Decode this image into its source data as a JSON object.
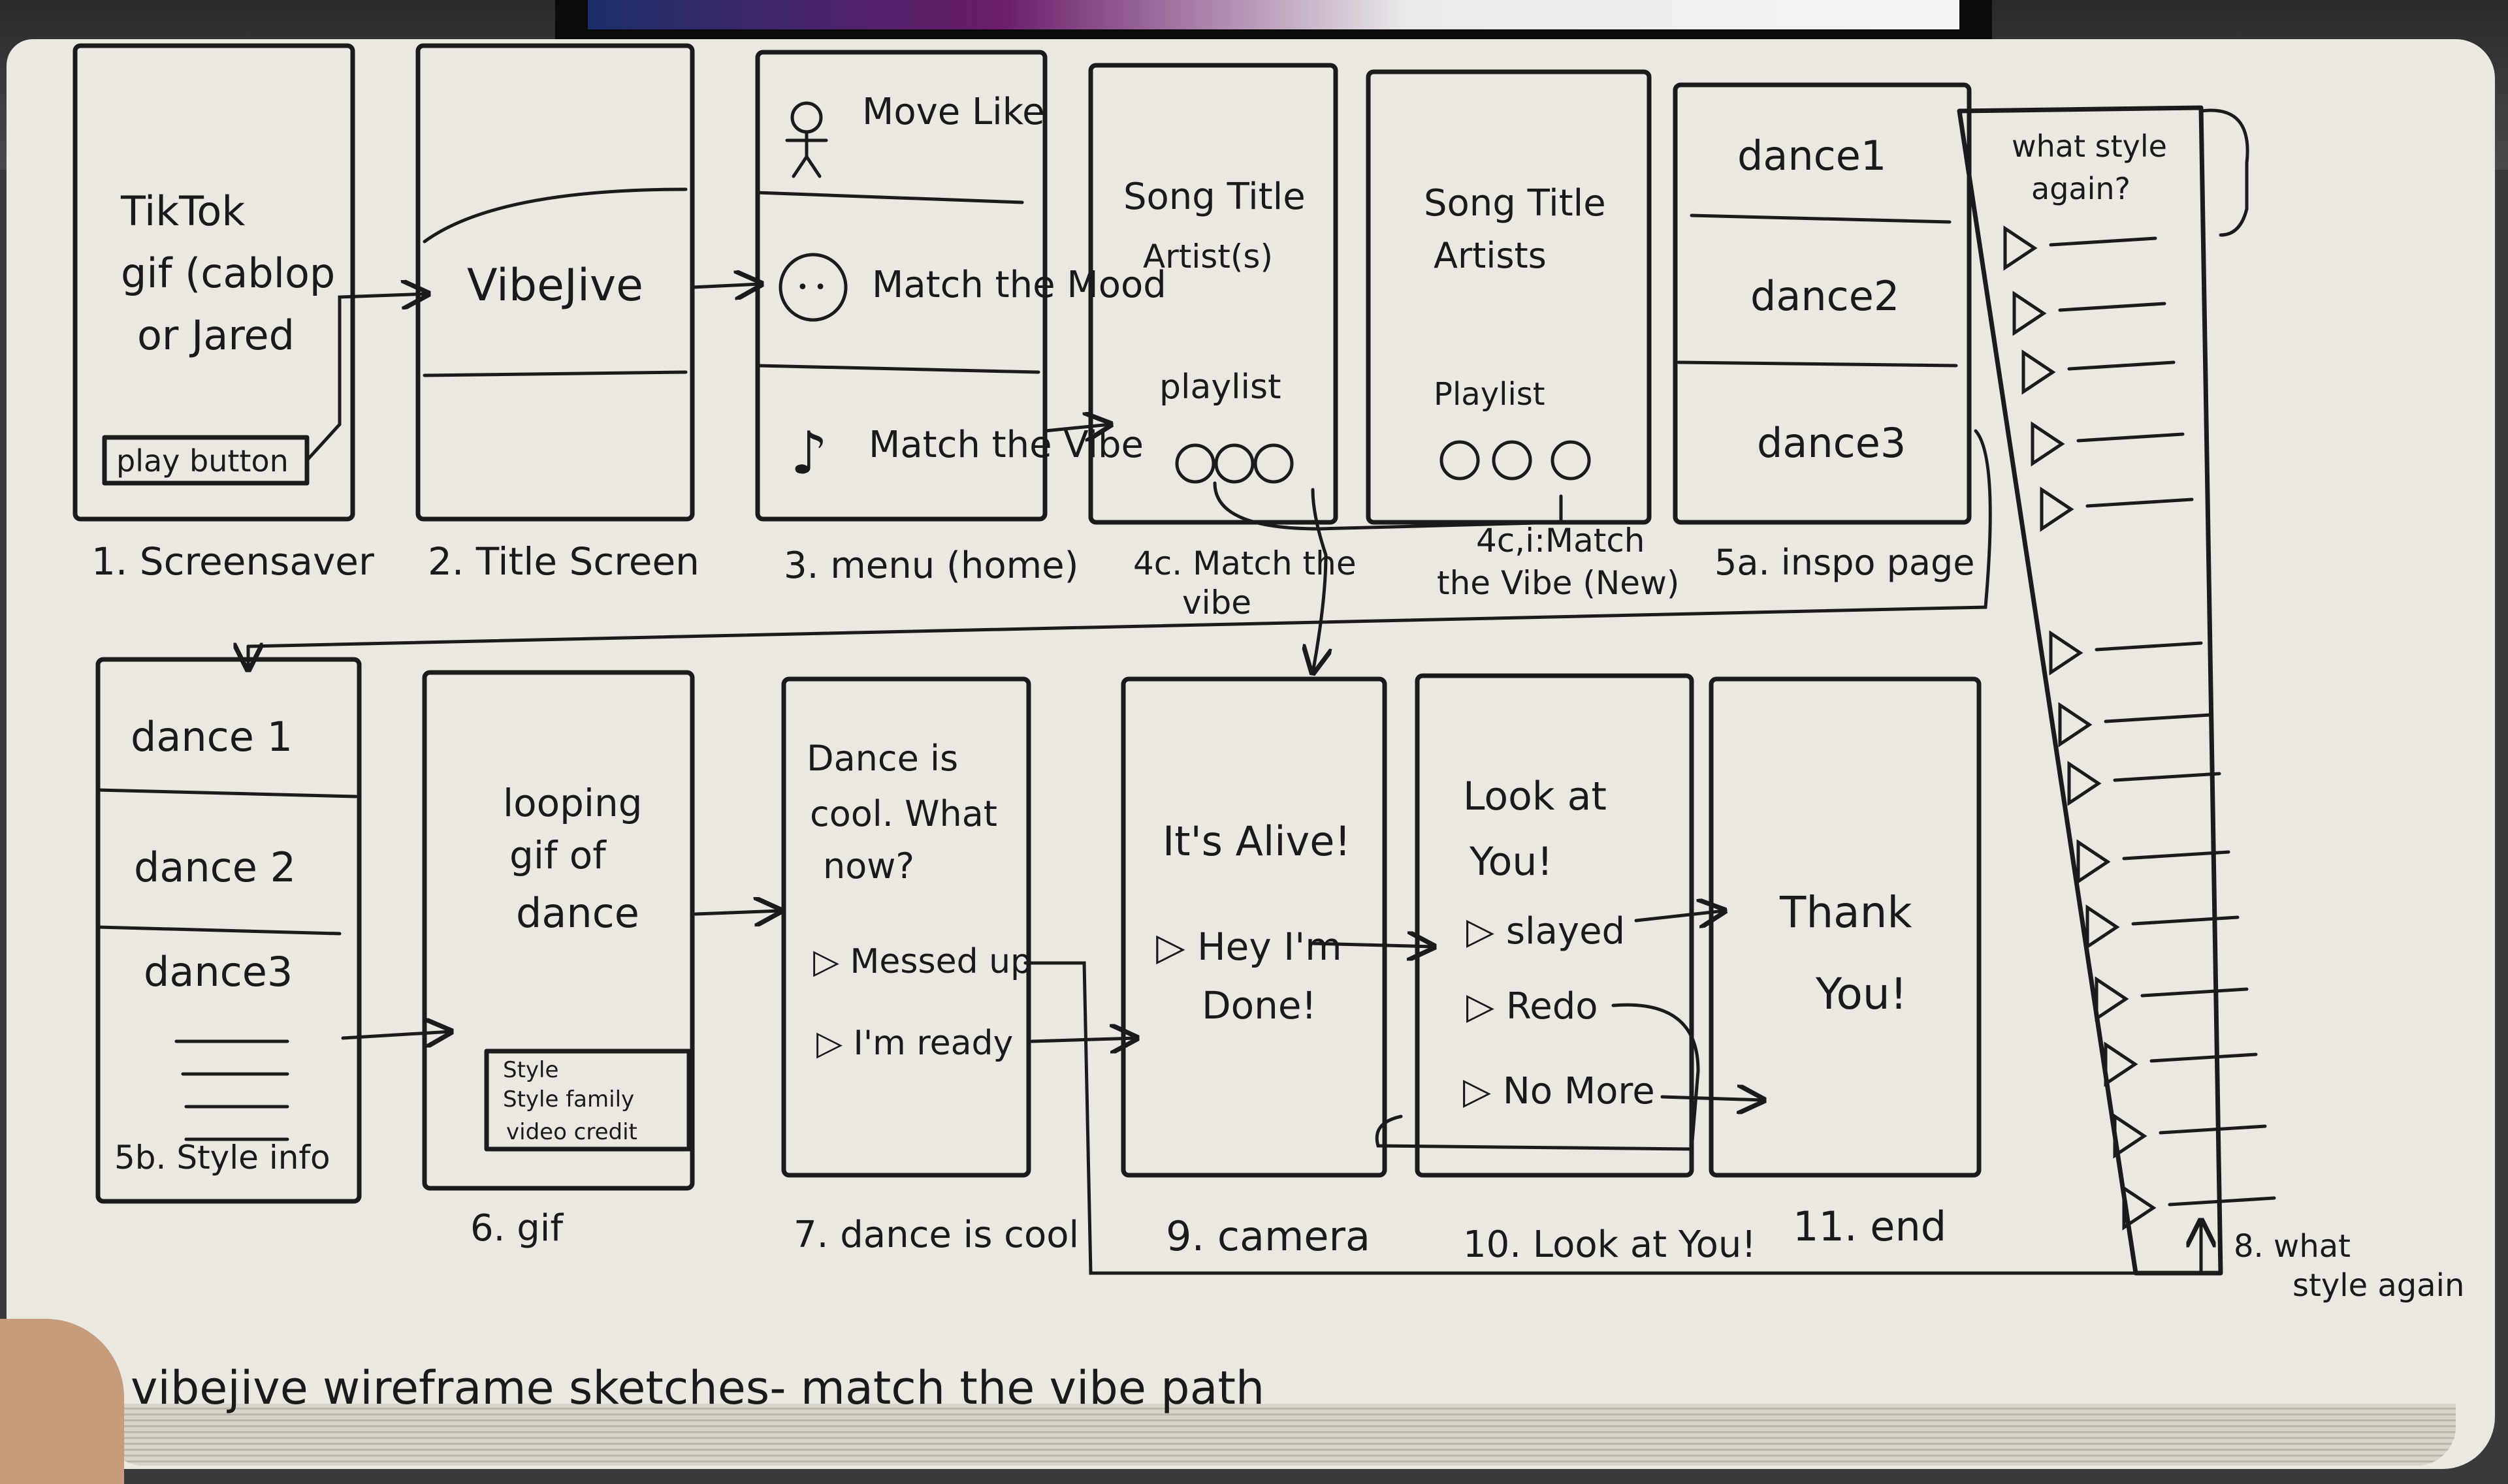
{
  "caption": "vibejive wireframe sketches- match the vibe path",
  "screens": {
    "s1": {
      "label": "1. Screensaver",
      "lines": [
        "TikTok",
        "gif (cablop",
        "or Jared"
      ],
      "button": "play button"
    },
    "s2": {
      "label": "2. Title Screen",
      "title": "VibeJive"
    },
    "s3": {
      "label": "3. menu (home)",
      "items": [
        "Move Like",
        "Match the Mood",
        "Match the Vibe"
      ]
    },
    "s4c": {
      "label_line1": "4c. Match the",
      "label_line2": "vibe",
      "title": "Song Title",
      "subtitle": "Artist(s)",
      "playlist": "playlist"
    },
    "s4ci": {
      "label_line1": "4c,i:Match",
      "label_line2": "the Vibe (New)",
      "title": "Song Title",
      "subtitle": "Artists",
      "playlist": "Playlist"
    },
    "s5a": {
      "label": "5a. inspo page",
      "items": [
        "dance1",
        "dance2",
        "dance3"
      ]
    },
    "s8": {
      "title_line1": "what style",
      "title_line2": "again?",
      "label_line1": "8. what",
      "label_line2": "style again"
    },
    "s5b": {
      "label": "5b. Style info",
      "items": [
        "dance 1",
        "dance 2",
        "dance3"
      ]
    },
    "s6": {
      "label": "6. gif",
      "lines": [
        "looping",
        "gif of",
        "dance"
      ],
      "credit_lines": [
        "Style",
        "Style family",
        "video credit"
      ]
    },
    "s7": {
      "label": "7. dance is cool",
      "lines": [
        "Dance is",
        "cool. What",
        "now?"
      ],
      "options": [
        "Messed up",
        "I'm ready"
      ]
    },
    "s9": {
      "label": "9. camera",
      "title": "It's Alive!",
      "options_line1": "Hey I'm",
      "options_line2": "Done!"
    },
    "s10": {
      "label": "10. Look at You!",
      "lines": [
        "Look at",
        "You!"
      ],
      "options": [
        "slayed",
        "Redo",
        "No More"
      ]
    },
    "s11": {
      "label": "11. end",
      "lines": [
        "Thank",
        "You!"
      ]
    }
  }
}
